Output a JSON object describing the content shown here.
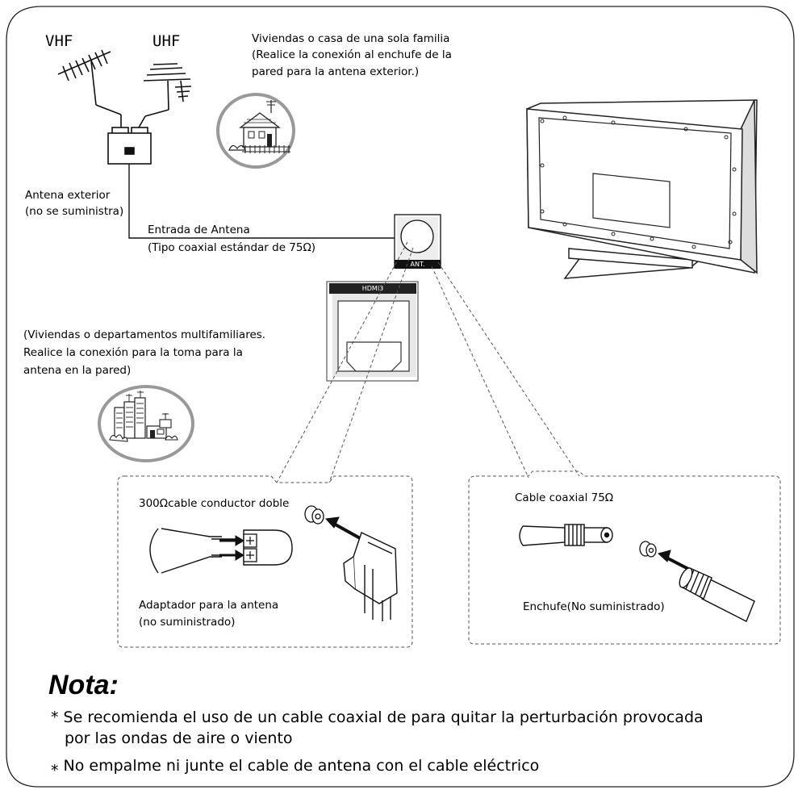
{
  "labels": {
    "vhf": "VHF",
    "uhf": "UHF",
    "house_title_1": "Viviendas o casa de una sola familia",
    "house_title_2": "(Realice la conexión al enchufe de la",
    "house_title_3": "pared para la antena exterior.)",
    "outdoor_antenna_1": "Antena exterior",
    "outdoor_antenna_2": "(no se suministra)",
    "antenna_input_1": "Entrada de Antena",
    "antenna_input_2": "(Tipo coaxial estándar de 75Ω)",
    "ant_port": "ANT.",
    "hdmi_port": "HDMI3",
    "multi_1": "(Viviendas o departamentos multifamiliares.",
    "multi_2": "Realice la conexión para la toma para la",
    "multi_3": "antena en la pared)",
    "twin_lead": "300Ωcable conductor doble",
    "adapter_1": "Adaptador para la antena",
    "adapter_2": "(no suministrado)",
    "coax_cable": "Cable coaxial 75Ω",
    "plug": "Enchufe(No suministrado)"
  },
  "note": {
    "title": "Nota:",
    "item1_line1": "* Se recomienda el uso de un cable coaxial de  para quitar la perturbación provocada",
    "item1_line2": "por las ondas de aire o viento",
    "item2": "⁎ No empalme ni junte el cable de antena con el cable eléctrico"
  }
}
